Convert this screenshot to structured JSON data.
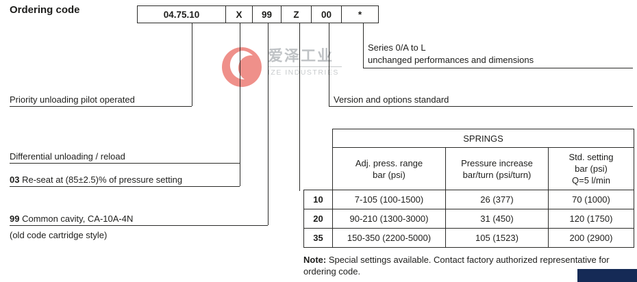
{
  "page": {
    "title": "Ordering code"
  },
  "code_boxes": [
    "04.75.10",
    "X",
    "99",
    "Z",
    "00",
    "*"
  ],
  "callouts": {
    "series_line1": "Series 0/A to L",
    "series_line2": "unchanged performances and dimensions",
    "priority": "Priority unloading pilot operated",
    "version": "Version and options standard",
    "differential": "Differential unloading / reload",
    "reseat_code": "03",
    "reseat_text": " Re-seat at (85±2.5)% of pressure setting",
    "cavity_code": "99",
    "cavity_text": " Common cavity, CA-10A-4N",
    "cavity_sub": "(old code cartridge style)"
  },
  "springs_table": {
    "title": "SPRINGS",
    "col_headers": [
      "Adj. press. range\nbar (psi)",
      "Pressure increase\nbar/turn (psi/turn)",
      "Std. setting\nbar (psi)\nQ=5 l/min"
    ],
    "rows": [
      {
        "code": "10",
        "adj_range": "7-105 (100-1500)",
        "pressure_increase": "26 (377)",
        "std_setting": "70 (1000)"
      },
      {
        "code": "20",
        "adj_range": "90-210 (1300-3000)",
        "pressure_increase": "31 (450)",
        "std_setting": "120 (1750)"
      },
      {
        "code": "35",
        "adj_range": "150-350 (2200-5000)",
        "pressure_increase": "105 (1523)",
        "std_setting": "200 (2900)"
      }
    ]
  },
  "note": {
    "label": "Note:",
    "text": " Special settings available. Contact factory authorized representative for ordering code."
  },
  "watermark": {
    "cn": "爱泽工业",
    "en": "IZE INDUSTRIES"
  },
  "colors": {
    "line": "#2a2a28",
    "brand_bar": "#152a56",
    "watermark_red": "#e2372b",
    "watermark_gray": "#8b9196"
  }
}
